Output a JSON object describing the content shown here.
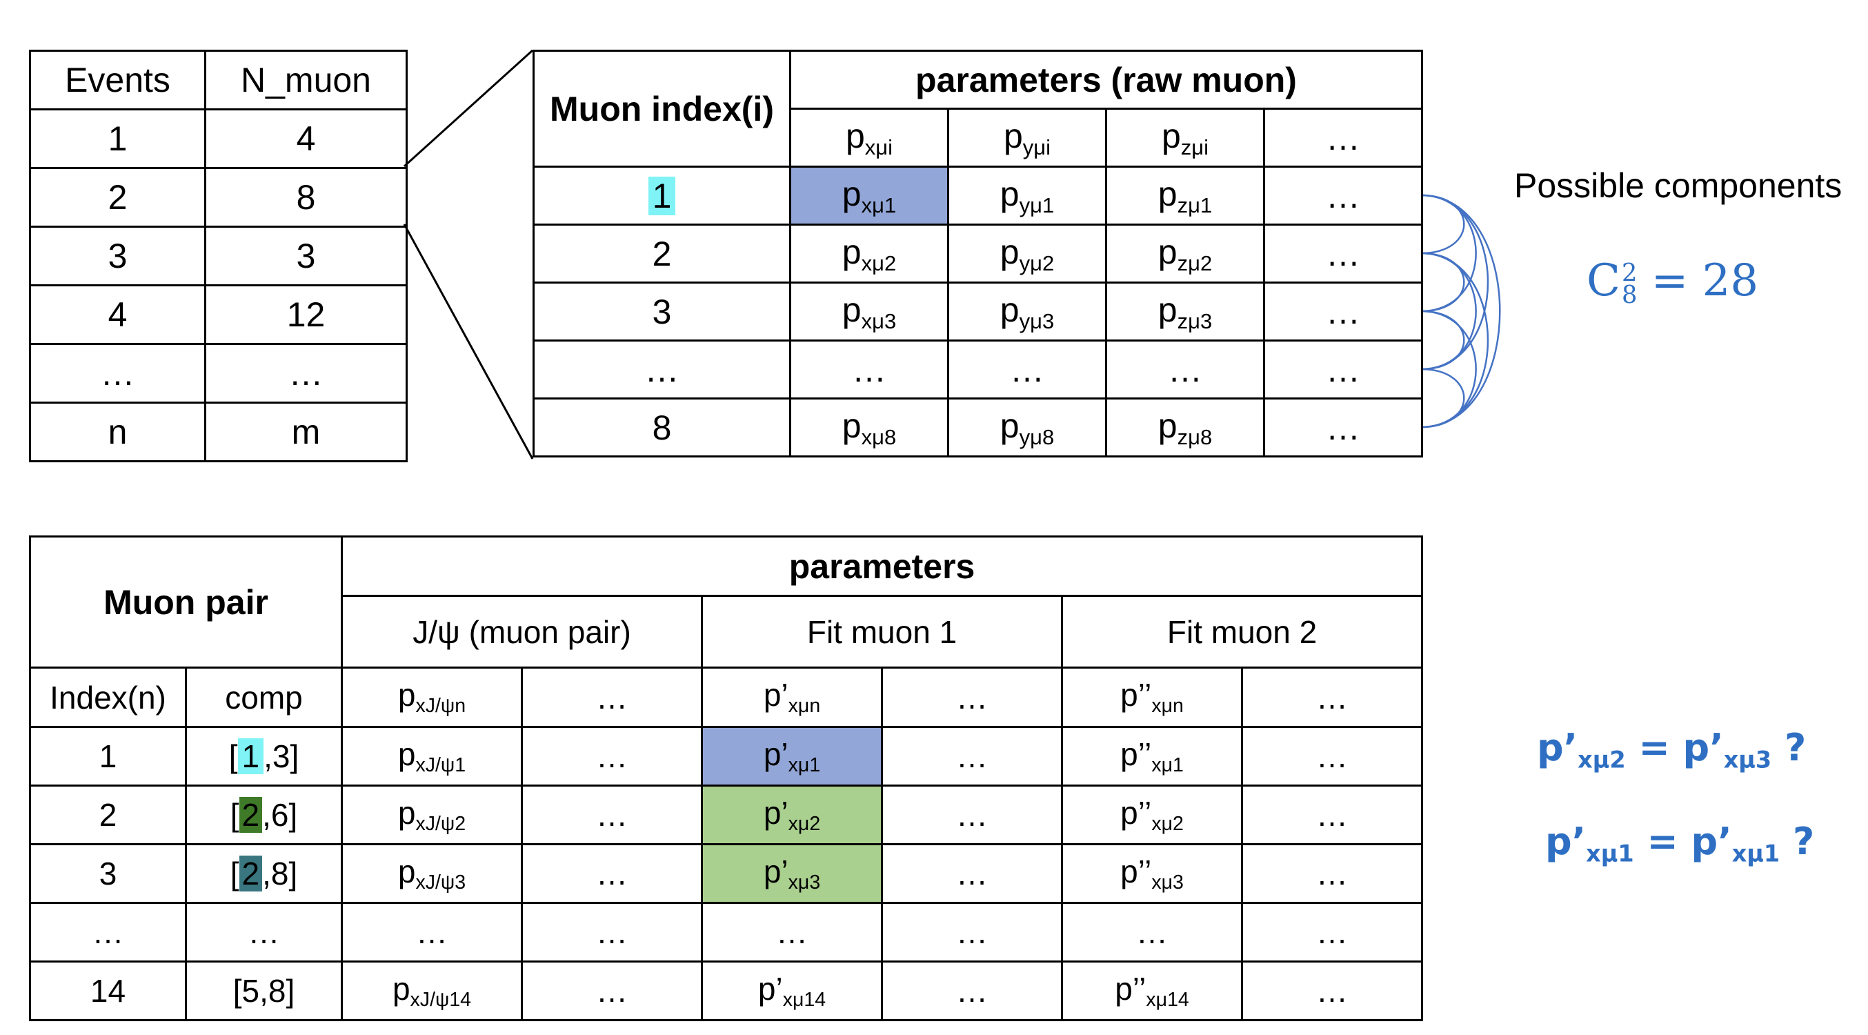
{
  "events_table": {
    "headers": [
      "Events",
      "N_muon"
    ],
    "rows": [
      [
        "1",
        "4"
      ],
      [
        "2",
        "8"
      ],
      [
        "3",
        "3"
      ],
      [
        "4",
        "12"
      ],
      [
        "…",
        "…"
      ],
      [
        "n",
        "m"
      ]
    ]
  },
  "raw_table": {
    "index_header": "Muon index(i)",
    "group_header": "parameters (raw muon)",
    "subheaders": [
      [
        "p",
        "xμi"
      ],
      [
        "p",
        "yμi"
      ],
      [
        "p",
        "zμi"
      ],
      [
        "…",
        ""
      ]
    ],
    "rows": [
      {
        "index": "1",
        "cells": [
          [
            "p",
            "xμ1"
          ],
          [
            "p",
            "yμ1"
          ],
          [
            "p",
            "zμ1"
          ],
          [
            "…",
            ""
          ]
        ]
      },
      {
        "index": "2",
        "cells": [
          [
            "p",
            "xμ2"
          ],
          [
            "p",
            "yμ2"
          ],
          [
            "p",
            "zμ2"
          ],
          [
            "…",
            ""
          ]
        ]
      },
      {
        "index": "3",
        "cells": [
          [
            "p",
            "xμ3"
          ],
          [
            "p",
            "yμ3"
          ],
          [
            "p",
            "zμ3"
          ],
          [
            "…",
            ""
          ]
        ]
      },
      {
        "index": "…",
        "cells": [
          [
            "…",
            ""
          ],
          [
            "…",
            ""
          ],
          [
            "…",
            ""
          ],
          [
            "…",
            ""
          ]
        ]
      },
      {
        "index": "8",
        "cells": [
          [
            "p",
            "xμ8"
          ],
          [
            "p",
            "yμ8"
          ],
          [
            "p",
            "zμ8"
          ],
          [
            "…",
            ""
          ]
        ]
      }
    ]
  },
  "components": {
    "label": "Possible components",
    "formula_base": "C",
    "formula_sup": "2",
    "formula_sub": "8",
    "formula_rest": " = 28"
  },
  "pair_table": {
    "pair_header": "Muon pair",
    "params_header": "parameters",
    "group_headers": [
      "J/ψ (muon pair)",
      "Fit muon 1",
      "Fit muon 2"
    ],
    "col_headers": [
      [
        "Index(n)",
        ""
      ],
      [
        "comp",
        ""
      ],
      [
        "p",
        "xJ/ψn"
      ],
      [
        "…",
        ""
      ],
      [
        "p’",
        "xμn"
      ],
      [
        "…",
        ""
      ],
      [
        "p’’",
        "xμn"
      ],
      [
        "…",
        ""
      ]
    ],
    "rows": [
      {
        "index": "1",
        "comp_pre": "[",
        "comp_hl": "1",
        "comp_post": ",3]",
        "cells": [
          [
            "p",
            "xJ/ψ1"
          ],
          [
            "…",
            ""
          ],
          [
            "p’",
            "xμ1"
          ],
          [
            "…",
            ""
          ],
          [
            "p’’",
            "xμ1"
          ],
          [
            "…",
            ""
          ]
        ]
      },
      {
        "index": "2",
        "comp_pre": "[",
        "comp_hl": "2",
        "comp_post": ",6]",
        "cells": [
          [
            "p",
            "xJ/ψ2"
          ],
          [
            "…",
            ""
          ],
          [
            "p’",
            "xμ2"
          ],
          [
            "…",
            ""
          ],
          [
            "p’’",
            "xμ2"
          ],
          [
            "…",
            ""
          ]
        ]
      },
      {
        "index": "3",
        "comp_pre": "[",
        "comp_hl": "2",
        "comp_post": ",8]",
        "cells": [
          [
            "p",
            "xJ/ψ3"
          ],
          [
            "…",
            ""
          ],
          [
            "p’",
            "xμ3"
          ],
          [
            "…",
            ""
          ],
          [
            "p’’",
            "xμ3"
          ],
          [
            "…",
            ""
          ]
        ]
      },
      {
        "index": "…",
        "comp_pre": "…",
        "comp_hl": "",
        "comp_post": "",
        "cells": [
          [
            "…",
            ""
          ],
          [
            "…",
            ""
          ],
          [
            "…",
            ""
          ],
          [
            "…",
            ""
          ],
          [
            "…",
            ""
          ],
          [
            "…",
            ""
          ]
        ]
      },
      {
        "index": "14",
        "comp_pre": "[5,8]",
        "comp_hl": "",
        "comp_post": "",
        "cells": [
          [
            "p",
            "xJ/ψ14"
          ],
          [
            "…",
            ""
          ],
          [
            "p’",
            "xμ14"
          ],
          [
            "…",
            ""
          ],
          [
            "p’’",
            "xμ14"
          ],
          [
            "…",
            ""
          ]
        ]
      }
    ]
  },
  "questions": [
    {
      "lhs": "p’",
      "lhs_sub": "xμ2",
      "eq": " = ",
      "rhs": "p’",
      "rhs_sub": "xμ3",
      "q": "  ?"
    },
    {
      "lhs": "p’",
      "lhs_sub": "xμ1",
      "eq": " = ",
      "rhs": "p’",
      "rhs_sub": "xμ1",
      "q": " ?"
    }
  ],
  "colors": {
    "highlight_cyan": "#7ff3f6",
    "highlight_dark_green": "#3f7a29",
    "highlight_teal": "#3a7680",
    "cell_blue": "#92a6d8",
    "cell_green": "#a9d08e",
    "formula_blue": "#2e6fc3",
    "arc_blue": "#4472c4"
  }
}
